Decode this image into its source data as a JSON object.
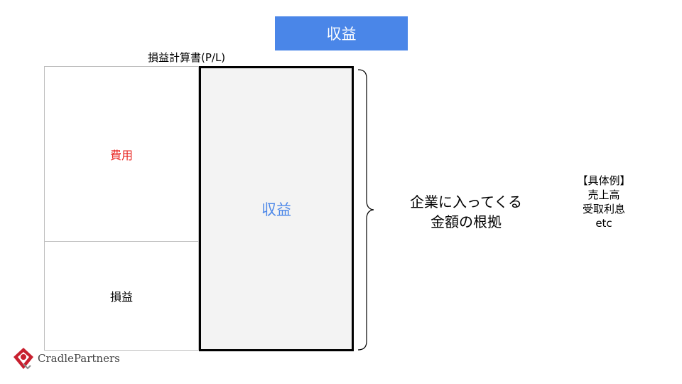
{
  "title_badge": "収益",
  "pl_label": "損益計算書(P/L)",
  "left_column": {
    "top_cell": "費用",
    "bottom_cell": "損益"
  },
  "revenue_box": "収益",
  "note_lines": [
    "企業に入ってくる",
    "金額の根拠"
  ],
  "examples": {
    "heading": "【具体例】",
    "items": [
      "売上高",
      "受取利息",
      "etc"
    ]
  },
  "logo_text": "CradlePartners",
  "colors": {
    "accent_blue": "#4a86e8",
    "expense_red": "#e8231f",
    "revenue_fill": "#f3f3f3",
    "logo_red": "#c8202f"
  }
}
